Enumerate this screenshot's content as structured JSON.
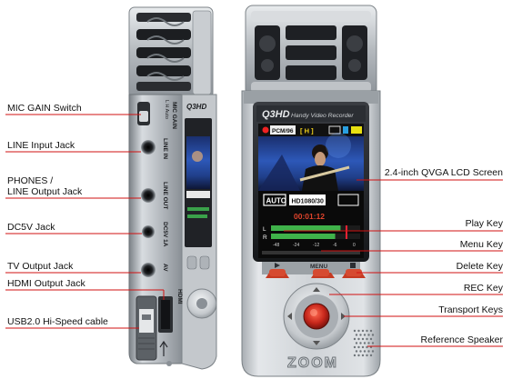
{
  "colors": {
    "leader": "#d11111",
    "body_silver": "#c8ccd0",
    "body_dark": "#8e949a",
    "rec_red": "#c0281f",
    "soft_key_red": "#c63a22"
  },
  "left_labels": [
    {
      "id": "mic-gain",
      "text": "MIC GAIN Switch"
    },
    {
      "id": "line-in",
      "text": "LINE Input Jack"
    },
    {
      "id": "phones",
      "lines": [
        "PHONES /",
        "LINE Output Jack"
      ]
    },
    {
      "id": "dc5v",
      "text": "DC5V Jack"
    },
    {
      "id": "tv-out",
      "text": "TV Output Jack"
    },
    {
      "id": "hdmi",
      "text": "HDMI Output Jack"
    },
    {
      "id": "usb",
      "text": "USB2.0 Hi-Speed cable"
    }
  ],
  "right_labels": [
    {
      "id": "lcd",
      "text": "2.4-inch QVGA LCD Screen"
    },
    {
      "id": "play",
      "text": "Play Key"
    },
    {
      "id": "menu",
      "text": "Menu Key"
    },
    {
      "id": "delete",
      "text": "Delete Key"
    },
    {
      "id": "rec",
      "text": "REC Key"
    },
    {
      "id": "transport",
      "text": "Transport Keys"
    },
    {
      "id": "speaker",
      "text": "Reference Speaker"
    }
  ],
  "side_device": {
    "logo": "Q3HD",
    "labels": {
      "mic_gain": "MIC GAIN",
      "mic_gain_positions": "L  H  Auto",
      "line_in": "LINE IN",
      "line_out": "LINE OUT",
      "dc": "DC5V 1A",
      "tv": "AV",
      "hdmi": "HDMI"
    }
  },
  "front_device": {
    "logo": "Q3HD",
    "tagline": "Handy Video Recorder",
    "brand": "ZOOM",
    "menu_label": "MENU",
    "screen": {
      "format": "PCM/96",
      "mode_flag": "[ H ]",
      "auto": "AUTO",
      "resolution": "HD1080/30",
      "timecode": "00:01:12",
      "meter_l": "L",
      "meter_r": "R",
      "meter_scale": [
        "-48",
        "-24",
        "-12",
        "-6",
        "0"
      ],
      "level_l": 0.78,
      "level_r": 0.72
    }
  }
}
